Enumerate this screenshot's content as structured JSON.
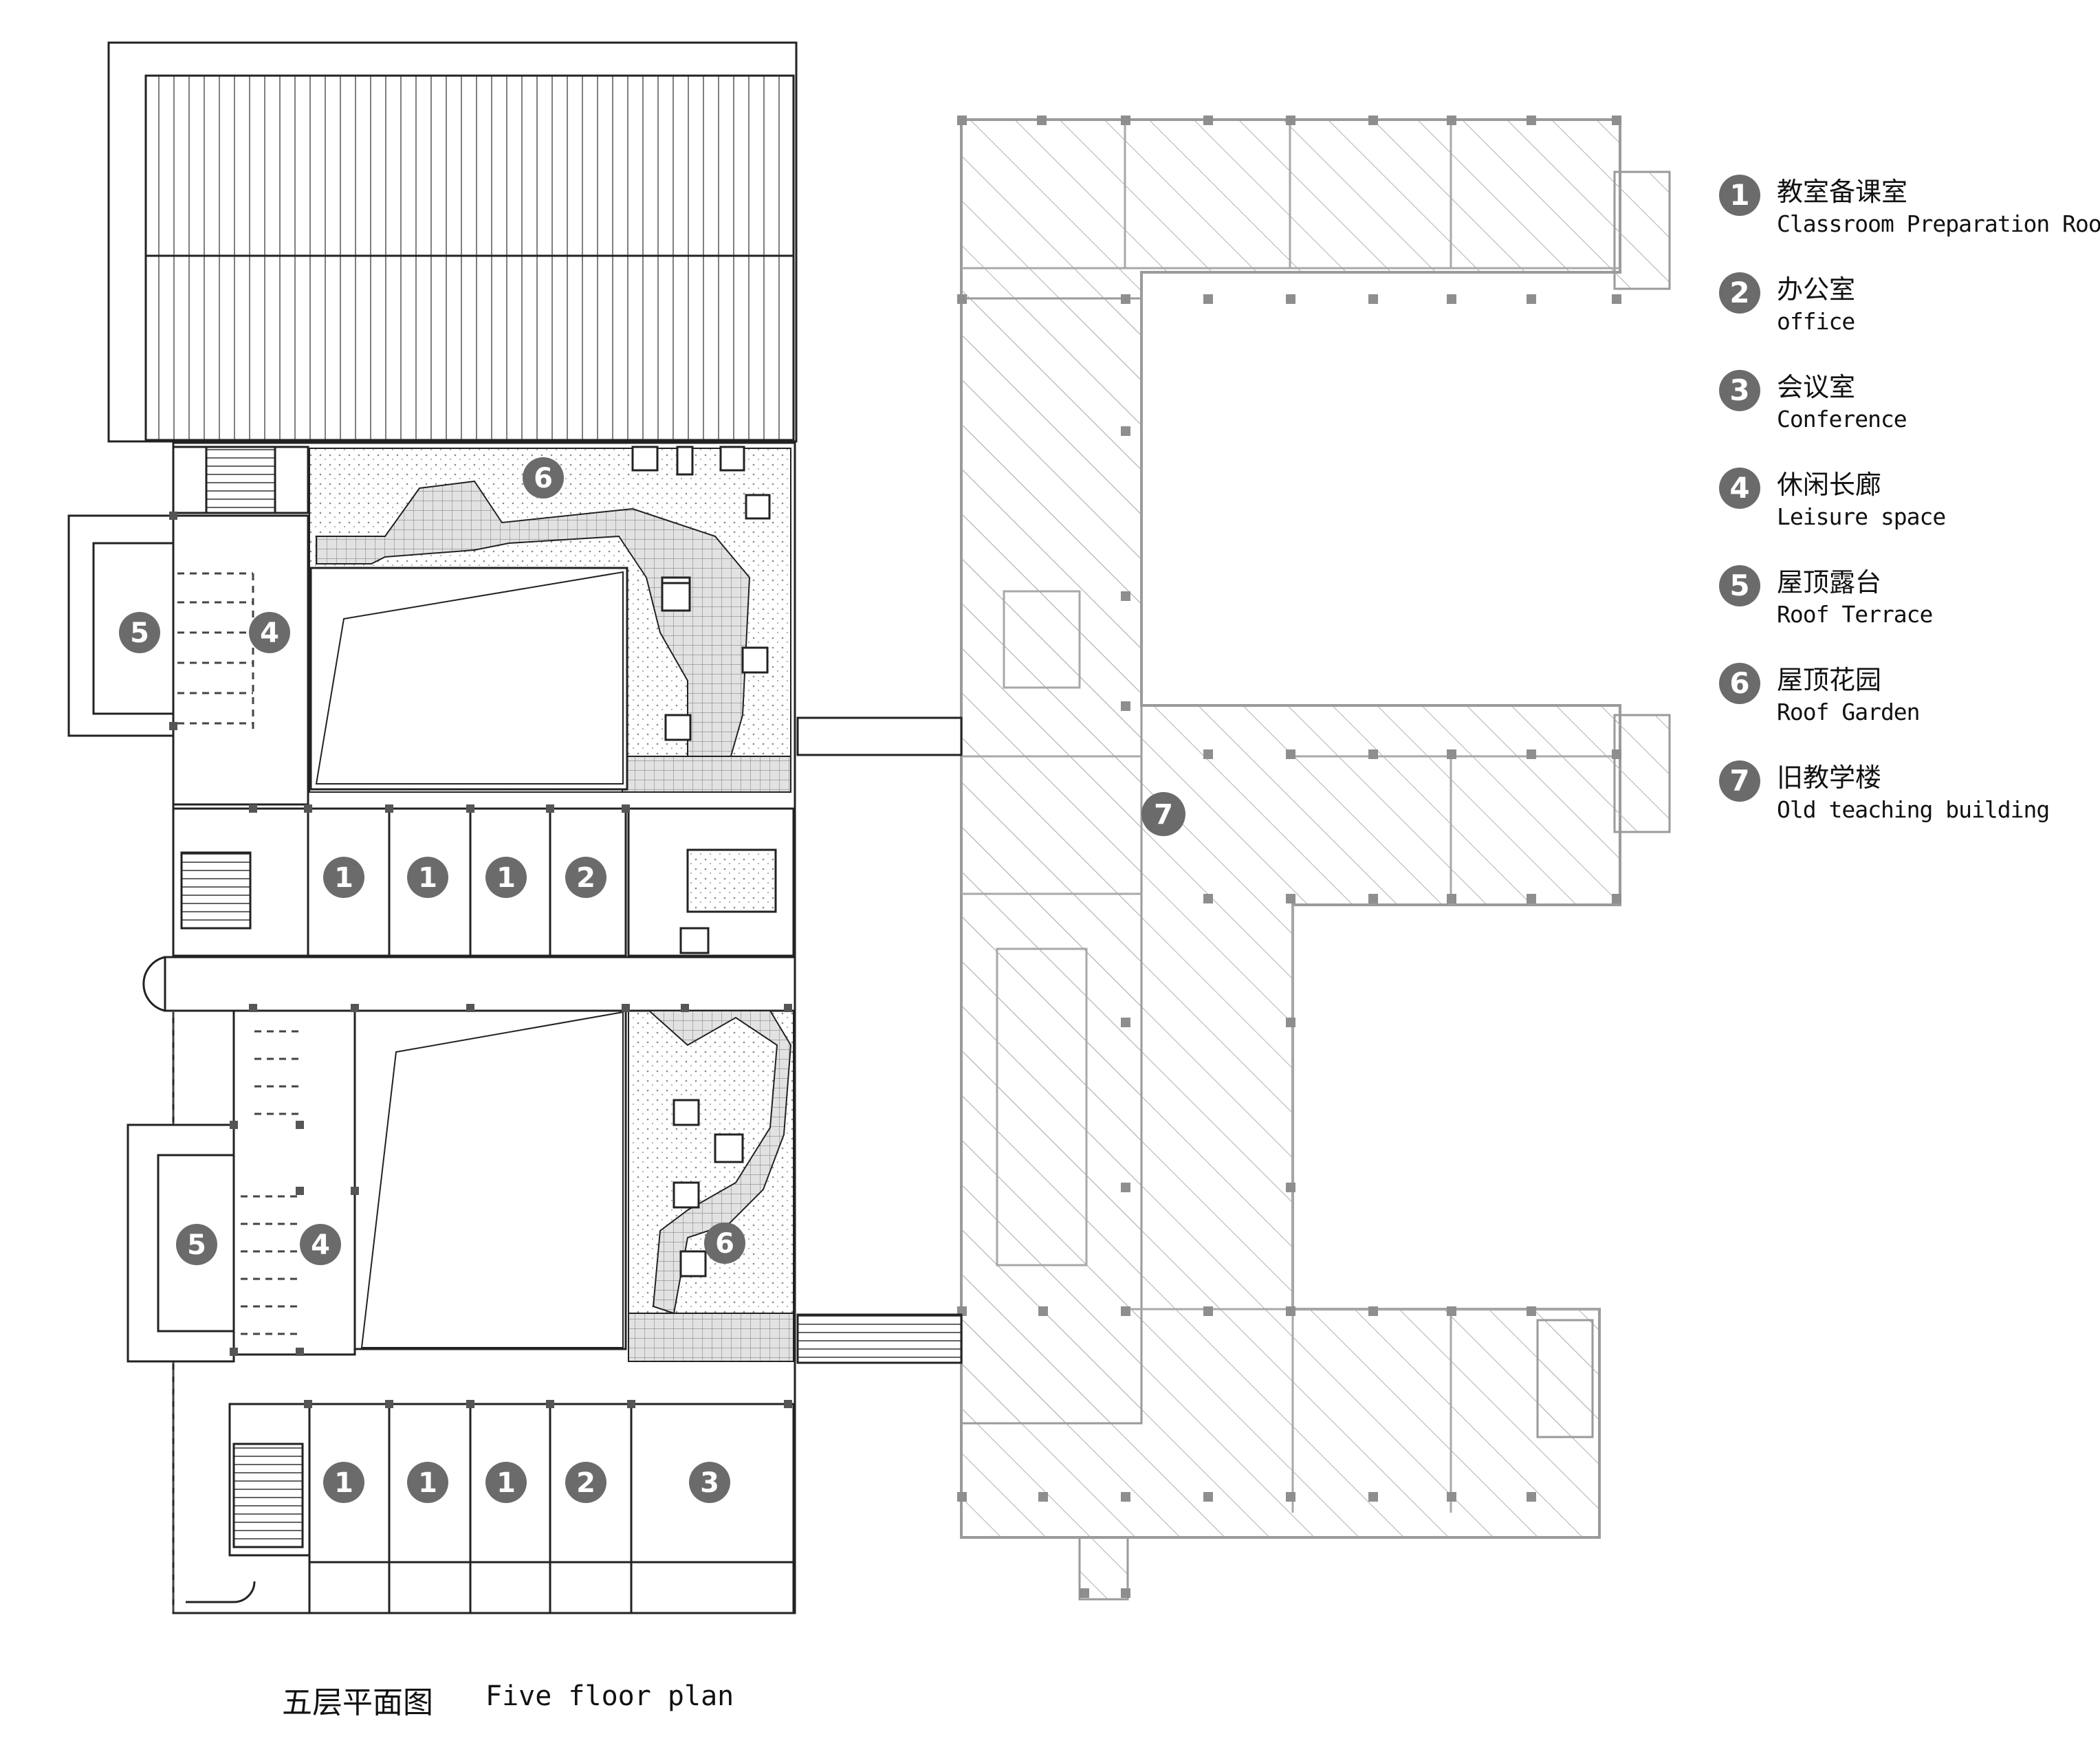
{
  "legend": [
    {
      "num": "1",
      "cn": "教室备课室",
      "en": "Classroom Preparation Room"
    },
    {
      "num": "2",
      "cn": "办公室",
      "en": "office"
    },
    {
      "num": "3",
      "cn": "会议室",
      "en": "Conference"
    },
    {
      "num": "4",
      "cn": "休闲长廊",
      "en": "Leisure space"
    },
    {
      "num": "5",
      "cn": "屋顶露台",
      "en": "Roof Terrace"
    },
    {
      "num": "6",
      "cn": "屋顶花园",
      "en": "Roof Garden"
    },
    {
      "num": "7",
      "cn": "旧教学楼",
      "en": "Old teaching building"
    }
  ],
  "caption": {
    "cn": "五层平面图",
    "en": "Five floor plan"
  },
  "plan_markers": {
    "room1": "1",
    "room2": "2",
    "room3": "3",
    "room4": "4",
    "room5": "5",
    "room6": "6",
    "room7": "7"
  },
  "colors": {
    "marker": "#6b6b6b",
    "line": "#222222",
    "old_building": "#9a9a9a",
    "paving": "#c8c8c8"
  }
}
